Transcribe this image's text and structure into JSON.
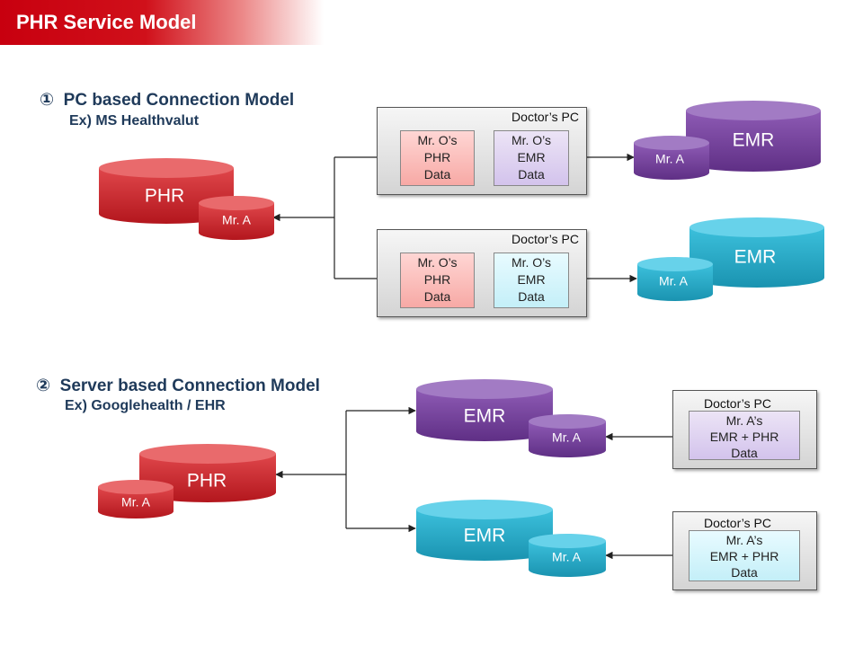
{
  "title": "PHR Service Model",
  "colors": {
    "red": "#d02a30",
    "purple": "#7f4aa6",
    "cyan": "#22aac8"
  },
  "section1": {
    "number": "①",
    "heading": "PC based Connection Model",
    "example": "Ex) MS Healthvalut",
    "phr_label": "PHR",
    "phr_user": "Mr. A",
    "pcs": [
      {
        "pc_label": "Doctor’s PC",
        "phr_data": [
          "Mr. O’s",
          "PHR",
          "Data"
        ],
        "emr_data": [
          "Mr. O’s",
          "EMR",
          "Data"
        ],
        "emr_label": "EMR",
        "emr_user": "Mr. A",
        "color": "purple"
      },
      {
        "pc_label": "Doctor’s PC",
        "phr_data": [
          "Mr. O’s",
          "PHR",
          "Data"
        ],
        "emr_data": [
          "Mr. O’s",
          "EMR",
          "Data"
        ],
        "emr_label": "EMR",
        "emr_user": "Mr. A",
        "color": "cyan"
      }
    ]
  },
  "section2": {
    "number": "②",
    "heading": "Server based Connection Model",
    "example": "Ex) Googlehealth / EHR",
    "phr_label": "PHR",
    "phr_user": "Mr. A",
    "servers": [
      {
        "emr_label": "EMR",
        "emr_user": "Mr. A",
        "pc_label": "Doctor’s PC",
        "data": [
          "Mr. A’s",
          "EMR + PHR",
          "Data"
        ],
        "color": "purple"
      },
      {
        "emr_label": "EMR",
        "emr_user": "Mr. A",
        "pc_label": "Doctor’s PC",
        "data": [
          "Mr. A’s",
          "EMR + PHR",
          "Data"
        ],
        "color": "cyan"
      }
    ]
  }
}
